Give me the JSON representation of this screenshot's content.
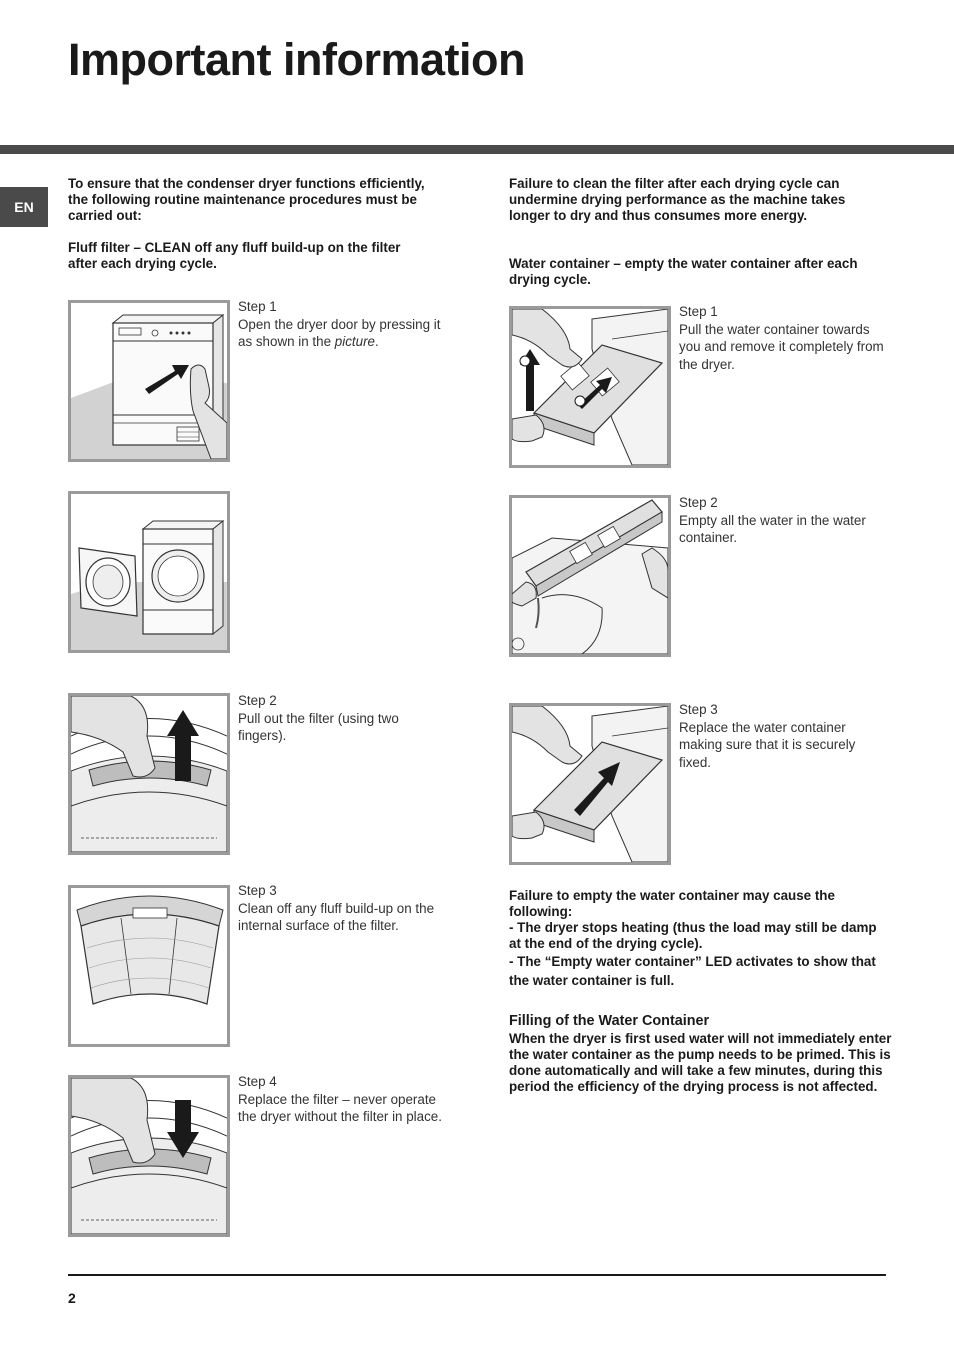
{
  "header": {
    "title": "Important information",
    "language_tab": "EN"
  },
  "left": {
    "intro": "To ensure that the condenser dryer functions efficiently, the following routine maintenance procedures must be carried out:",
    "fluff_heading": "Fluff filter – CLEAN off any fluff build-up on the filter after each drying cycle.",
    "steps": [
      {
        "label": "Step 1",
        "text_before": "Open the dryer door by pressing it as shown in the ",
        "text_emph": "picture",
        "text_after": "."
      },
      {
        "label": "Step 2",
        "text": "Pull out the filter (using two fingers)."
      },
      {
        "label": "Step 3",
        "text": "Clean off any fluff build-up on the internal surface of the filter."
      },
      {
        "label": "Step 4",
        "text": "Replace the filter – never operate the dryer without the filter in place."
      }
    ]
  },
  "right": {
    "intro": "Failure to clean the filter after each drying cycle can undermine drying performance as the machine takes longer to dry and thus consumes more energy.",
    "water_heading": "Water container – empty the water container after each drying cycle.",
    "steps": [
      {
        "label": "Step 1",
        "text": "Pull the water container towards you and remove it completely from the dryer."
      },
      {
        "label": "Step 2",
        "text": "Empty all the water in the water container."
      },
      {
        "label": "Step 3",
        "text": "Replace the water container making sure that it is securely fixed."
      }
    ],
    "warning": {
      "intro": "Failure to empty the water container may cause the following:",
      "item1": "- The dryer stops heating (thus the load may still be damp at the end of the drying cycle).",
      "item2": "- The “Empty water container” LED activates to show that the water container is full."
    },
    "filling": {
      "heading": "Filling of the Water Container",
      "text": "When the dryer is first used water will not immediately enter the water container as the pump needs to be primed. This is done automatically and will take a few minutes, during this period the efficiency of the drying process is not affected."
    }
  },
  "footer": {
    "page_number": "2"
  }
}
